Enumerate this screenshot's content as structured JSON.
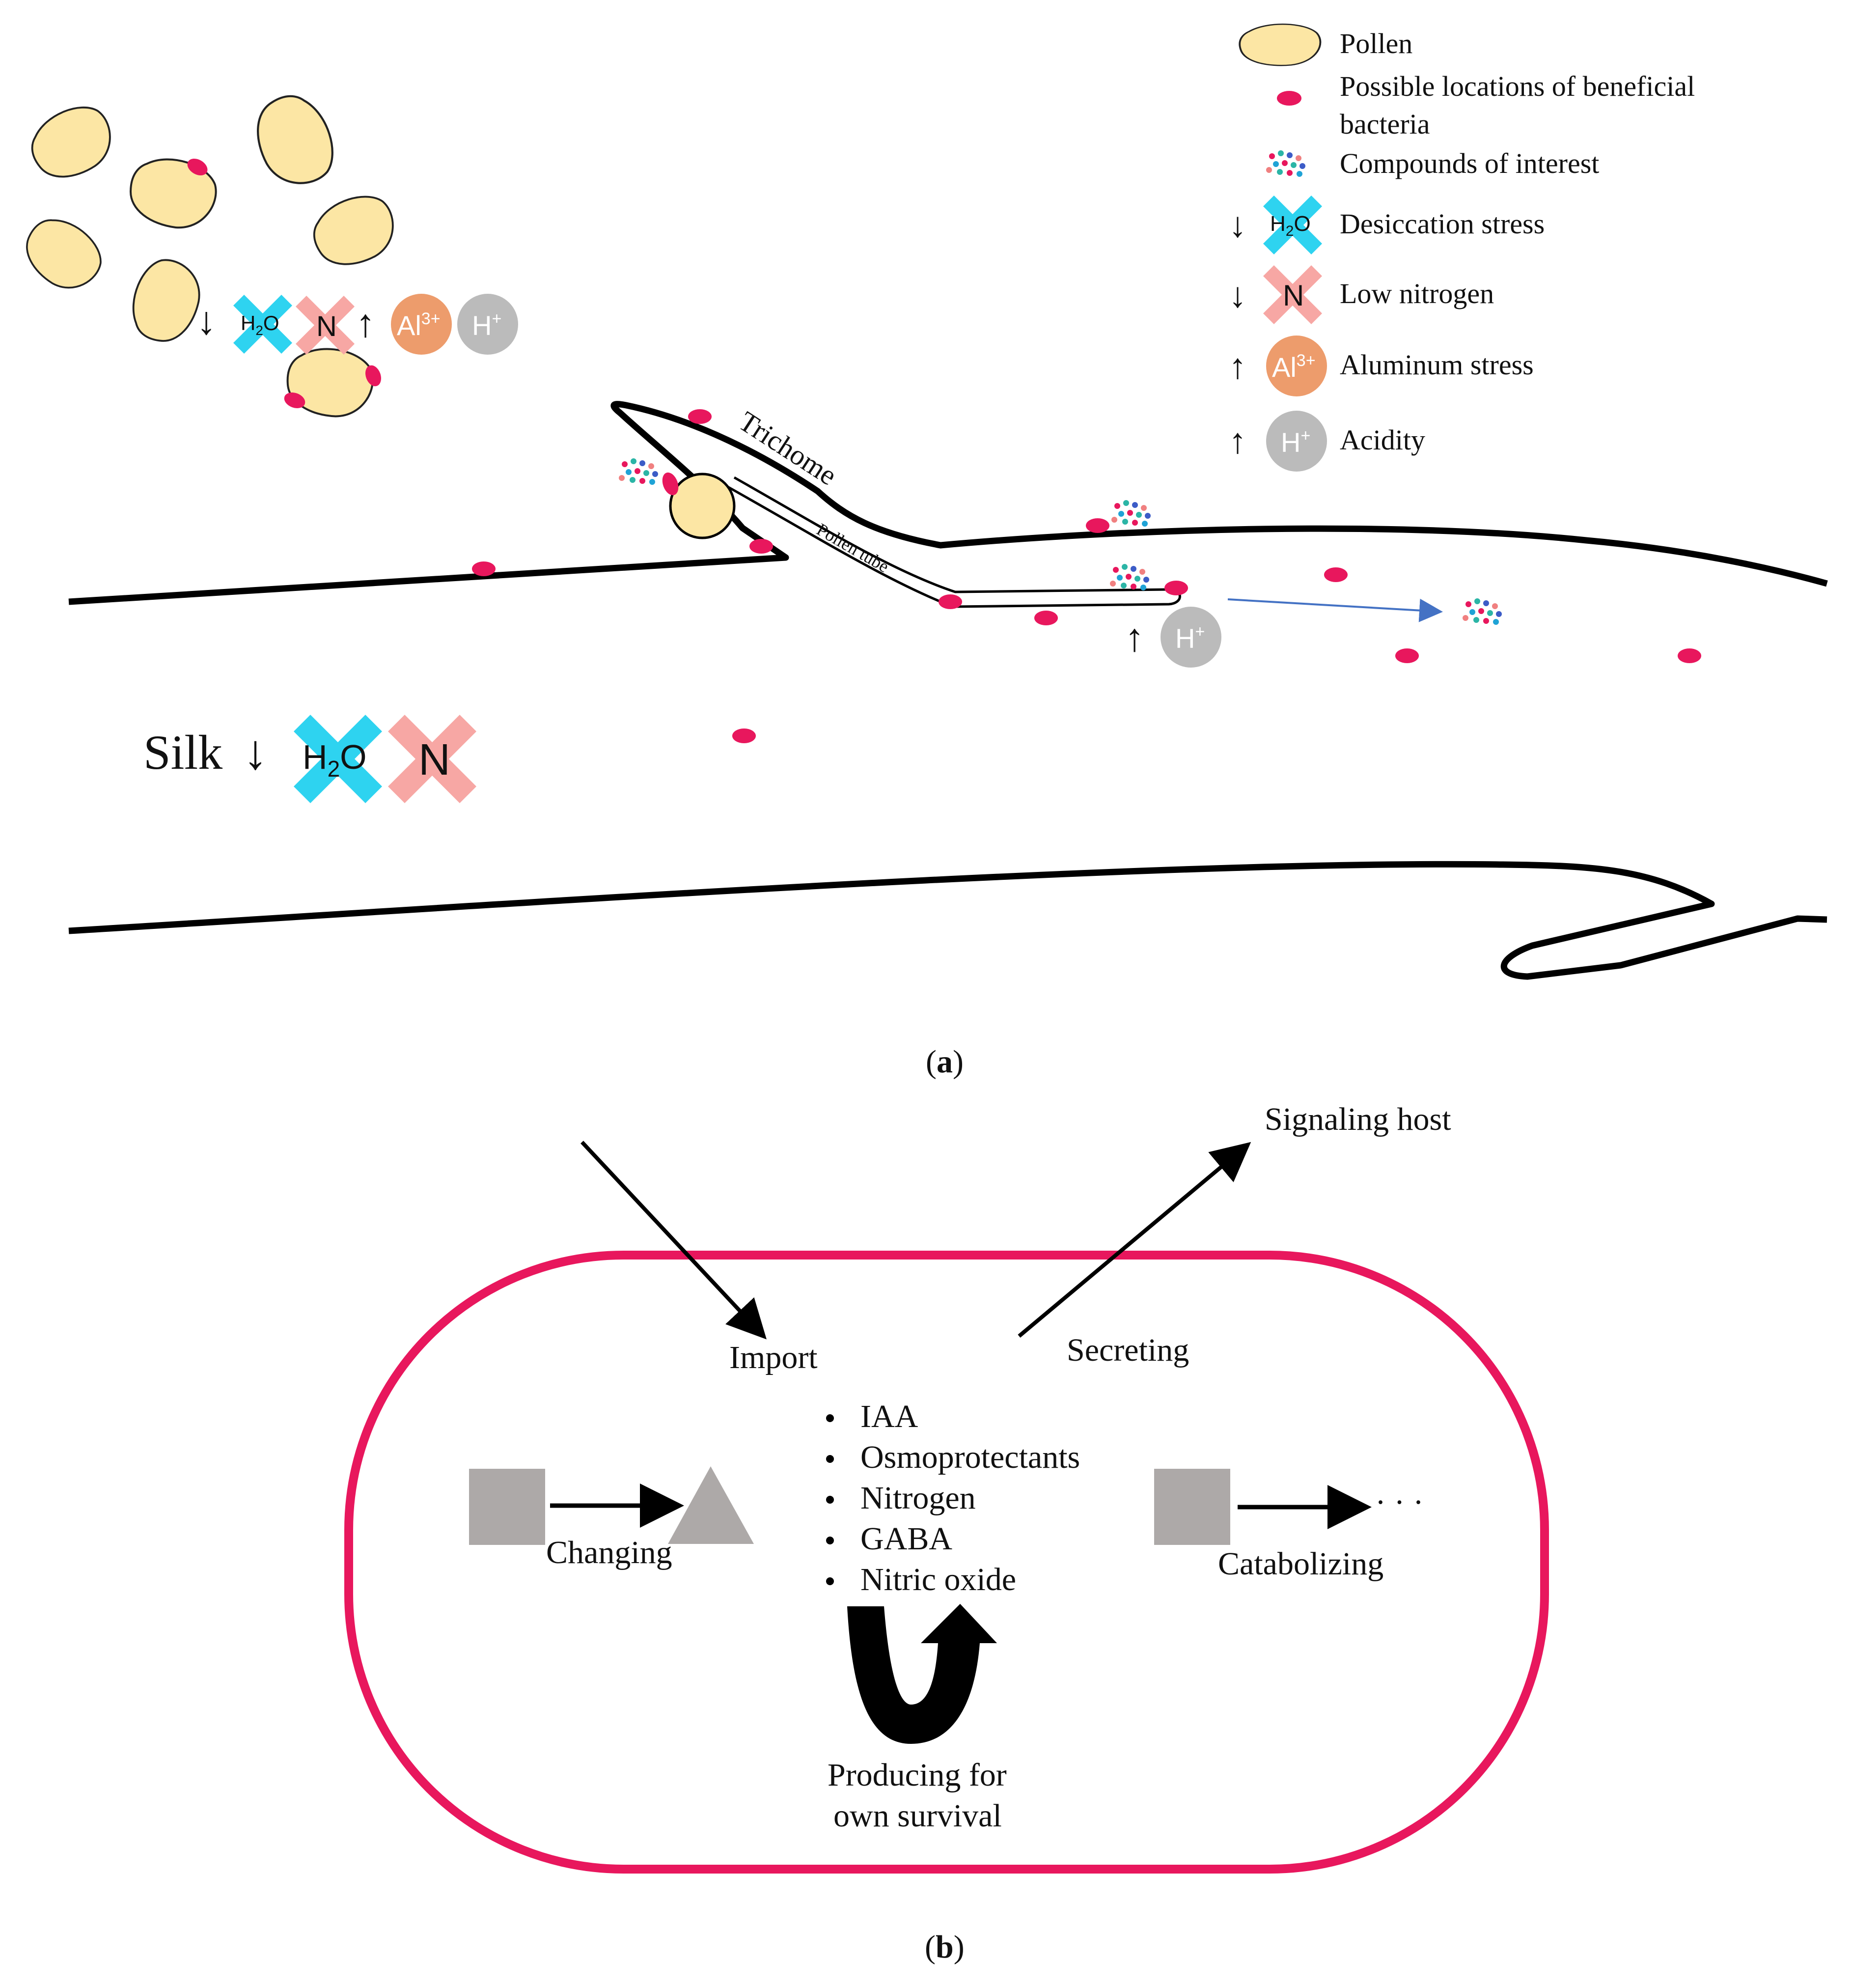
{
  "colors": {
    "pollen_fill": "#FCE6A4",
    "bacteria": "#E8175D",
    "water_icon": "#2ED3F0",
    "nitrogen_icon": "#F7A7A4",
    "aluminum_icon": "#ED9C6C",
    "acidity_icon": "#BBBBBB",
    "cell_outline": "#E8175D",
    "gray_shape": "#ADA9A8",
    "compound_dots": [
      "#E8175D",
      "#2BB5A6",
      "#3C5CC7",
      "#F08080",
      "#1FA3D6"
    ]
  },
  "icons": {
    "h2o": {
      "main": "H",
      "sub": "2",
      "tail": "O"
    },
    "n": "N",
    "al": {
      "main": "Al",
      "sup": "3+"
    },
    "h": {
      "main": "H",
      "sup": "+"
    },
    "down_arrow": "↓",
    "up_arrow": "↑"
  },
  "legend": {
    "pollen": "Pollen",
    "bacteria_line1": "Possible locations of beneficial",
    "bacteria_line2": "bacteria",
    "compounds": "Compounds of interest",
    "desiccation": "Desiccation stress",
    "low_nitrogen": "Low nitrogen",
    "aluminum": "Aluminum stress",
    "acidity": "Acidity"
  },
  "panel_a": {
    "trichome_label": "Trichome",
    "pollen_tube_label": "Pollen tube",
    "silk_label": "Silk",
    "caption_open": "(",
    "caption_letter": "a",
    "caption_close": ")"
  },
  "panel_b": {
    "signaling_host": "Signaling host",
    "import": "Import",
    "secreting": "Secreting",
    "bullets": [
      "IAA",
      "Osmoprotectants",
      "Nitrogen",
      "GABA",
      "Nitric oxide"
    ],
    "changing": "Changing",
    "catabolizing": "Catabolizing",
    "ellipsis": "· · ·",
    "producing_line1": "Producing for",
    "producing_line2": "own survival",
    "caption_open": "(",
    "caption_letter": "b",
    "caption_close": ")"
  }
}
